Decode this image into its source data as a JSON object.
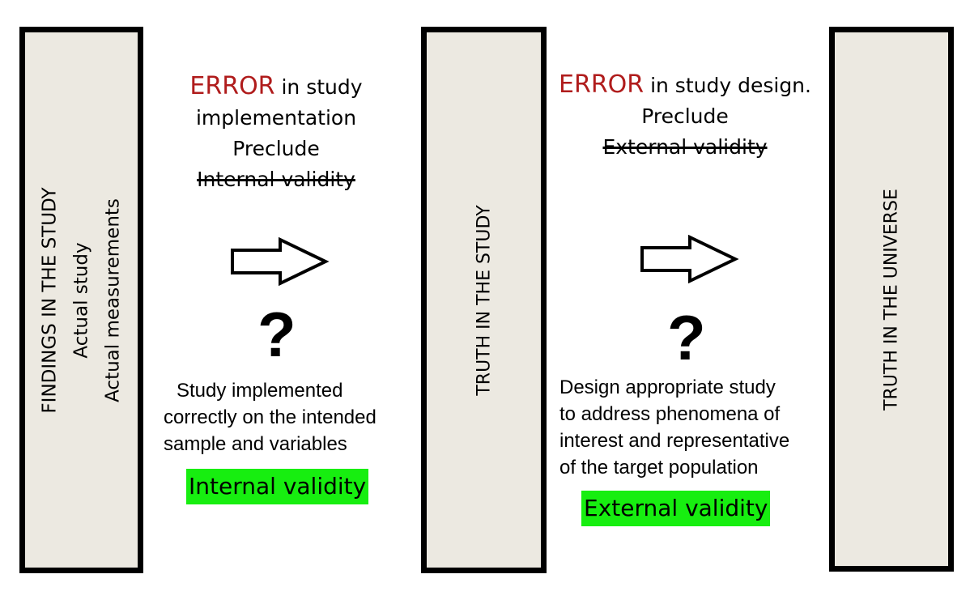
{
  "boxes": {
    "findings": {
      "lines": [
        "FINDINGS IN THE STUDY",
        "Actual study",
        "Actual measurements"
      ]
    },
    "truth_study": {
      "label": "TRUTH IN THE STUDY"
    },
    "truth_universe": {
      "label": "TRUTH IN THE UNIVERSE"
    }
  },
  "left_panel": {
    "error_word": "ERROR",
    "error_rest": " in study",
    "line2": "implementation",
    "line3": "Preclude",
    "struck": "Internal validity",
    "question": "?",
    "description": [
      "Study implemented",
      "correctly on the intended",
      "sample and variables"
    ],
    "highlight": "Internal validity"
  },
  "right_panel": {
    "error_word": "ERROR",
    "error_rest": " in study design.",
    "line2": "Preclude",
    "struck": "External validity",
    "question": "?",
    "description": [
      "Design appropriate study",
      "to address phenomena of",
      "interest and representative",
      "of the target population"
    ],
    "highlight": "External validity"
  },
  "colors": {
    "error": "#b01c1c",
    "highlight": "#17ee10",
    "box_fill": "#ece9e1"
  }
}
